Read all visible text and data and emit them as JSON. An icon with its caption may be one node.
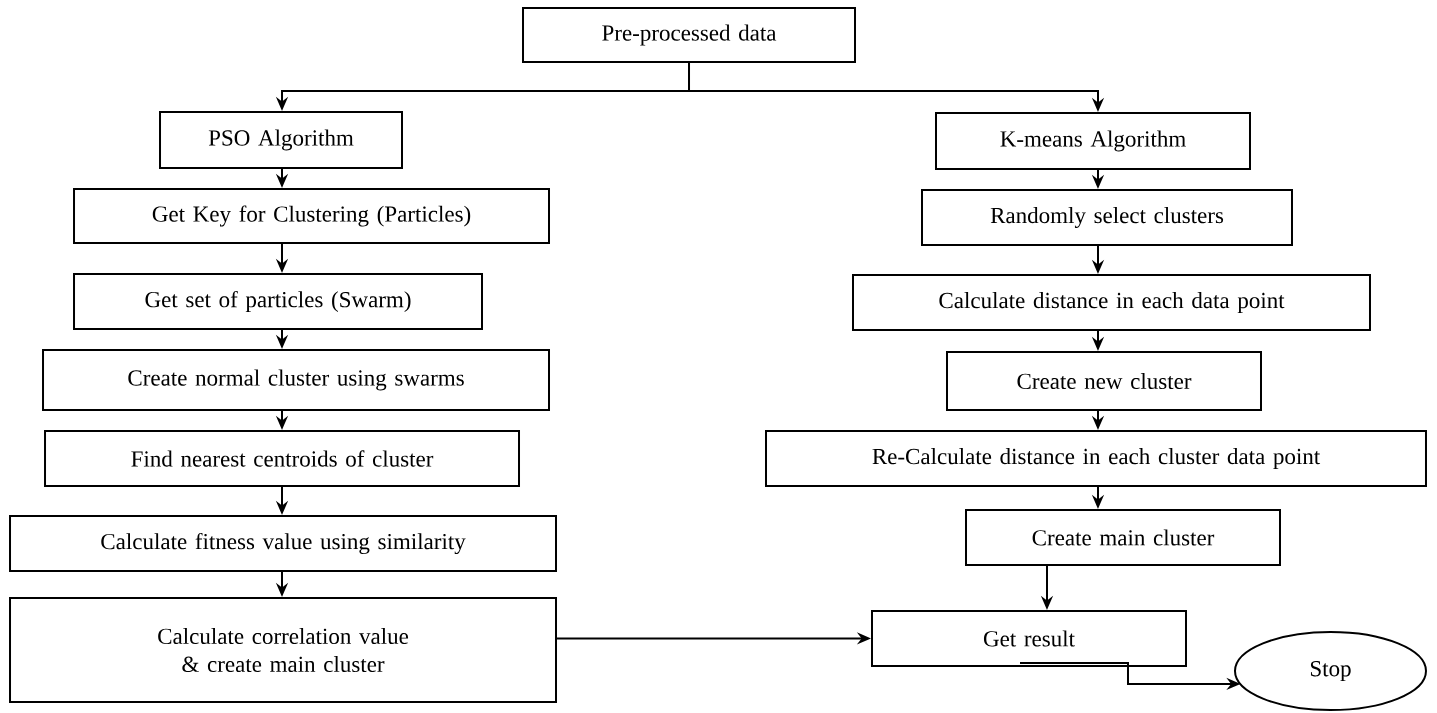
{
  "diagram": {
    "nodes": [
      {
        "text": [
          "Pre-processed data"
        ]
      },
      {
        "text": [
          "PSO Algorithm"
        ]
      },
      {
        "text": [
          "Get Key for Clustering (Particles)"
        ]
      },
      {
        "text": [
          "Get set of particles (Swarm)"
        ]
      },
      {
        "text": [
          "Create normal cluster using swarms"
        ]
      },
      {
        "text": [
          "Find nearest centroids of cluster"
        ]
      },
      {
        "text": [
          "Calculate fitness value using similarity"
        ]
      },
      {
        "text": [
          "Calculate correlation value & create main cluster"
        ]
      },
      {
        "text": [
          "K-means Algorithm"
        ]
      },
      {
        "text": [
          "Randomly select clusters"
        ]
      },
      {
        "text": [
          "Calculate distance in each data point"
        ]
      },
      {
        "text": [
          "Create new cluster"
        ]
      },
      {
        "text": [
          "Re-Calculate distance in each cluster data point"
        ]
      },
      {
        "text": [
          "Create main cluster"
        ]
      },
      {
        "text": [
          "Get result"
        ]
      },
      {
        "text": [
          "Stop"
        ]
      }
    ],
    "edges": [
      {
        "from": 0,
        "to": 1,
        "arrow": "to"
      },
      {
        "from": 0,
        "to": 8,
        "arrow": "to"
      },
      {
        "from": 1,
        "to": 2,
        "arrow": "to"
      },
      {
        "from": 2,
        "to": 3,
        "arrow": "to"
      },
      {
        "from": 3,
        "to": 4,
        "arrow": "to"
      },
      {
        "from": 4,
        "to": 5,
        "arrow": "to"
      },
      {
        "from": 5,
        "to": 6,
        "arrow": "to"
      },
      {
        "from": 6,
        "to": 7,
        "arrow": "to"
      },
      {
        "from": 8,
        "to": 9,
        "arrow": "to"
      },
      {
        "from": 9,
        "to": 10,
        "arrow": "to"
      },
      {
        "from": 10,
        "to": 11,
        "arrow": "to"
      },
      {
        "from": 11,
        "to": 12,
        "arrow": "to"
      },
      {
        "from": 12,
        "to": 13,
        "arrow": "to"
      },
      {
        "from": 13,
        "to": 14,
        "arrow": "to"
      },
      {
        "from": 7,
        "to": 14,
        "arrow": "to"
      },
      {
        "from": 14,
        "to": 15,
        "arrow": "to"
      }
    ]
  }
}
